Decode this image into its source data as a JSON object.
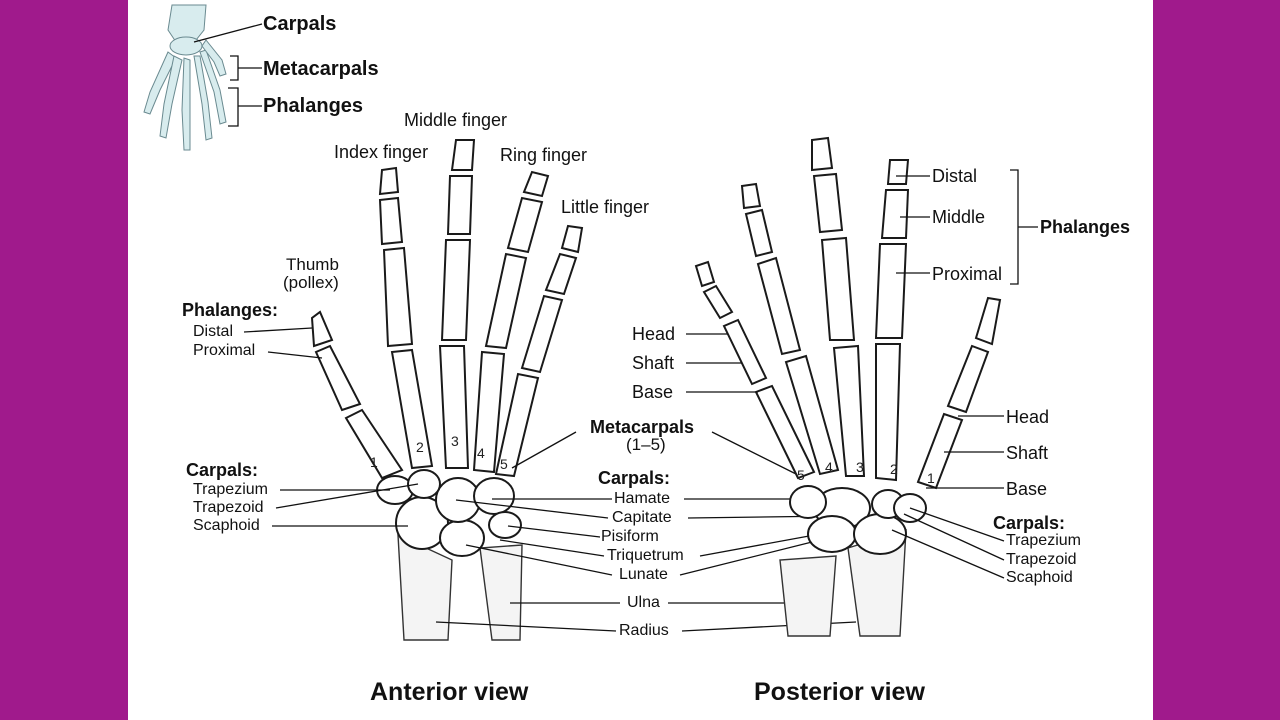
{
  "colors": {
    "background": "#a01a8c",
    "panel": "#ffffff",
    "line": "#111111"
  },
  "inset": {
    "carpals": "Carpals",
    "metacarpals": "Metacarpals",
    "phalanges": "Phalanges"
  },
  "anterior": {
    "title": "Anterior view",
    "fingers": {
      "index": "Index finger",
      "middle": "Middle finger",
      "ring": "Ring finger",
      "little": "Little finger",
      "thumb_line1": "Thumb",
      "thumb_line2": "(pollex)"
    },
    "phalanges_heading": "Phalanges:",
    "distal": "Distal",
    "proximal": "Proximal",
    "carpals_heading": "Carpals:",
    "trapezium": "Trapezium",
    "trapezoid": "Trapezoid",
    "scaphoid": "Scaphoid",
    "metacarpal_numbers": [
      "1",
      "2",
      "3",
      "4",
      "5"
    ]
  },
  "center": {
    "metacarpals": "Metacarpals",
    "metacarpals_range": "(1–5)",
    "carpals_heading": "Carpals:",
    "hamate": "Hamate",
    "capitate": "Capitate",
    "pisiform": "Pisiform",
    "triquetrum": "Triquetrum",
    "lunate": "Lunate",
    "ulna": "Ulna",
    "radius": "Radius"
  },
  "posterior": {
    "title": "Posterior view",
    "distal": "Distal",
    "middle": "Middle",
    "proximal": "Proximal",
    "phalanges": "Phalanges",
    "left_head": "Head",
    "left_shaft": "Shaft",
    "left_base": "Base",
    "right_head": "Head",
    "right_shaft": "Shaft",
    "right_base": "Base",
    "carpals_heading": "Carpals:",
    "trapezium": "Trapezium",
    "trapezoid": "Trapezoid",
    "scaphoid": "Scaphoid",
    "metacarpal_numbers": [
      "5",
      "4",
      "3",
      "2",
      "1"
    ]
  }
}
